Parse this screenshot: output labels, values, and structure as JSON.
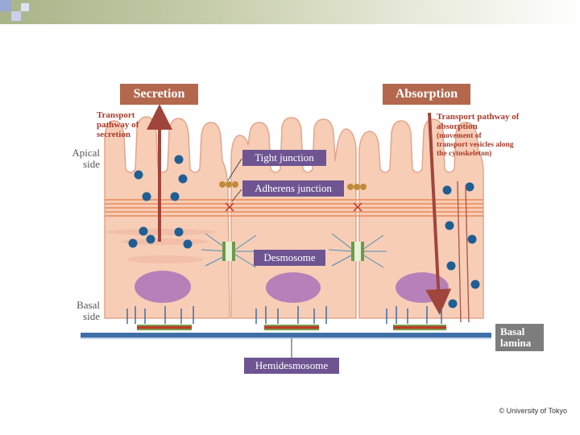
{
  "labels": {
    "secretion": "Secretion",
    "absorption": "Absorption",
    "transport_secretion": "Transport\npathway of\nsecretion",
    "transport_absorption_title": "Transport pathway of\nabsorption",
    "transport_absorption_note": "(movement of\ntransport vesicles along\nthe cytoskeleton)",
    "apical_side": "Apical\nside",
    "basal_side": "Basal\nside",
    "tight_junction": "Tight junction",
    "adherens_junction": "Adherens junction",
    "desmosome": "Desmosome",
    "hemidesmosome": "Hemidesmosome",
    "basal_lamina": "Basal\nlamina",
    "copyright": "© University of Tokyo"
  },
  "colors": {
    "cell_fill": "#f7cdb6",
    "cell_border": "#e4a58b",
    "nucleus": "#b880b8",
    "vesicle": "#1f5f93",
    "arrow": "#a0453c",
    "basal_lamina": "#3f6fa8",
    "label_brown": "#b3674c",
    "label_purple": "#6e5592",
    "label_grey": "#7d7d7d"
  }
}
